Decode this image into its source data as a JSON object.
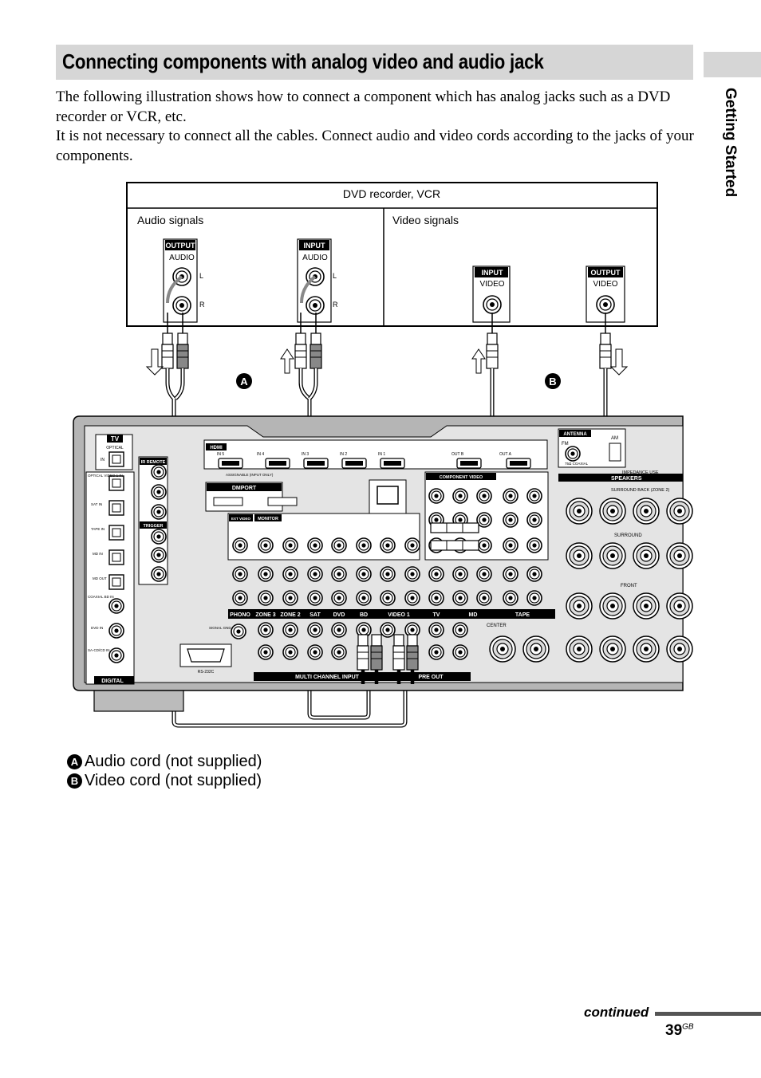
{
  "page": {
    "title": "Connecting components with analog video and audio jack",
    "side_tab": "Getting Started",
    "intro_1": "The following illustration shows how to connect a component which has analog jacks such as a DVD recorder or VCR, etc.",
    "intro_2": "It is not necessary to connect all the cables. Connect audio and video cords according to the jacks of your components.",
    "continued": "continued",
    "page_number": "39",
    "page_suffix": "GB"
  },
  "device_box": {
    "title": "DVD recorder, VCR",
    "audio_heading": "Audio signals",
    "video_heading": "Video signals",
    "jacks": [
      {
        "tag": "OUTPUT",
        "sub": "AUDIO",
        "l": "L",
        "r": "R"
      },
      {
        "tag": "INPUT",
        "sub": "AUDIO",
        "l": "L",
        "r": "R"
      },
      {
        "tag": "INPUT",
        "sub": "VIDEO"
      },
      {
        "tag": "OUTPUT",
        "sub": "VIDEO"
      }
    ]
  },
  "markers": {
    "a": "A",
    "b": "B"
  },
  "legend": [
    {
      "badge": "A",
      "text": "Audio cord (not supplied)"
    },
    {
      "badge": "B",
      "text": "Video cord (not supplied)"
    }
  ],
  "receiver": {
    "tv": "TV",
    "optical": "OPTICAL",
    "in": "IN",
    "ir_remote": "IR REMOTE",
    "trigger": "TRIGGER",
    "hdmi": "HDMI",
    "dmport": "DMPORT",
    "antenna": "ANTENNA",
    "fm": "FM",
    "am": "AM",
    "component_video": "COMPONENT VIDEO",
    "speakers": "SPEAKERS",
    "impedance": "IMPEDANCE USE",
    "digital": "DIGITAL",
    "rs232c": "RS-232C",
    "signal_gnd": "SIGNAL GND",
    "ext_video": "EXT VIDEO",
    "monitor": "MONITOR",
    "surround_back": "SURROUND BACK (ZONE 2)",
    "surround": "SURROUND",
    "front": "FRONT",
    "center": "CENTER",
    "coaxial": "75Ω COAXIAL",
    "assignable": "ASSIGNABLE (INPUT ONLY)",
    "multi_channel": "MULTI CHANNEL INPUT",
    "pre_out": "PRE OUT",
    "hdmi_in": [
      "IN 5",
      "IN 4",
      "IN 3",
      "IN 2",
      "IN 1"
    ],
    "hdmi_out": [
      "OUT B",
      "OUT A"
    ],
    "left_jacks": [
      "OPTICAL VIDEO 1 IN",
      "SAT IN",
      "TAPE IN",
      "MD IN",
      "MD OUT",
      "COAXIAL BD IN",
      "DVD IN",
      "SA-CD/CD IN"
    ],
    "bottom_labels": [
      "PHONO",
      "ZONE 3",
      "ZONE 2",
      "SAT",
      "DVD",
      "BD",
      "VIDEO 1",
      "TV",
      "MD",
      "TAPE"
    ]
  }
}
